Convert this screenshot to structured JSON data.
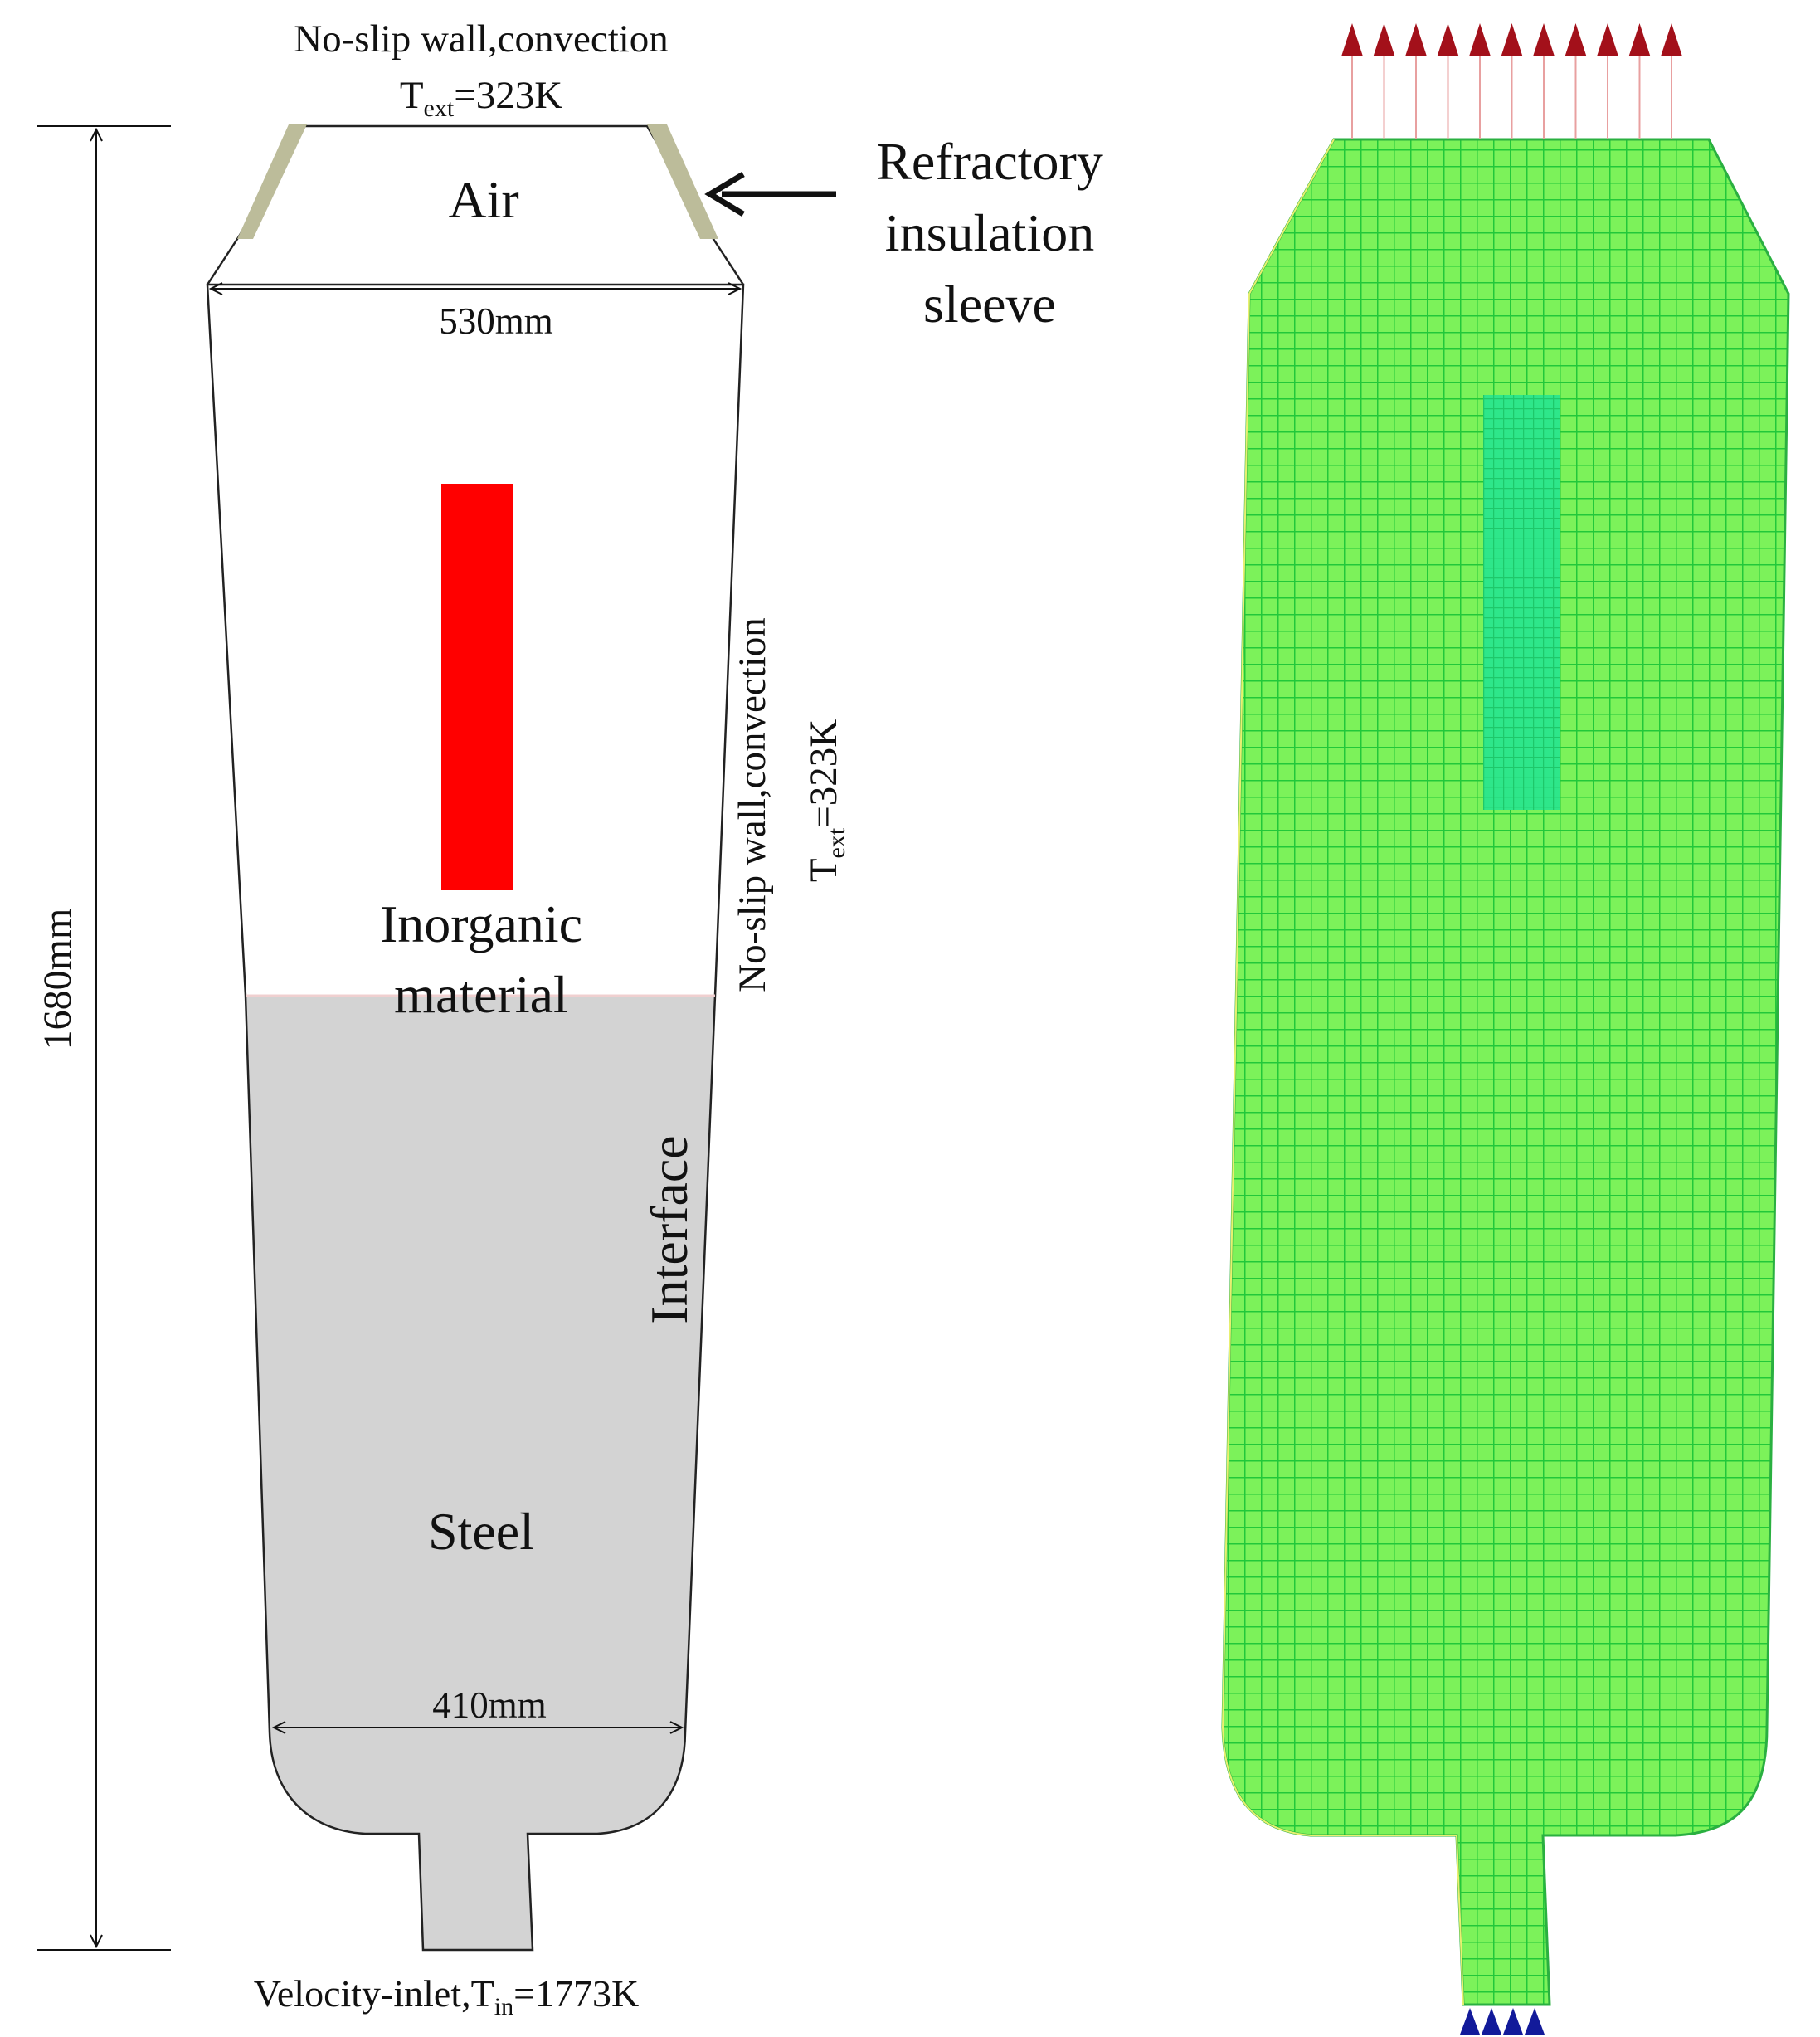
{
  "colors": {
    "inorganic": "#ff0000",
    "steel": "#d3d3d3",
    "sleeve": "#bcbc9a",
    "mesh_fill": "#7cf25a",
    "mesh_line": "#22c83a",
    "mesh_dense": "#2ee68a",
    "arrow_out": "#a3101a",
    "arrow_in": "#121a9a",
    "text": "#111111"
  },
  "labels": {
    "top_bc_line1": "No-slip wall,convection",
    "top_bc_line2_main": "T",
    "top_bc_line2_sub": "ext",
    "top_bc_line2_val": "=323K",
    "air": "Air",
    "sleeve_line1": "Refractory",
    "sleeve_line2": "insulation",
    "sleeve_line3": "sleeve",
    "width_top": "530mm",
    "height": "1680mm",
    "side_bc_line1": "No-slip wall,convection",
    "side_bc_line2_main": "T",
    "side_bc_line2_sub": "ext",
    "side_bc_line2_val": "=323K",
    "inorganic_line1": "Inorganic",
    "inorganic_line2": "material",
    "interface": "Interface",
    "steel": "Steel",
    "width_bottom": "410mm",
    "inlet_main": "Velocity-inlet,T",
    "inlet_sub": "in",
    "inlet_val": "=1773K"
  },
  "icons": {
    "outlet_arrows": "arrow-up-icon",
    "inlet_arrows": "triangle-up-icon",
    "sleeve_pointer": "arrow-left-icon"
  }
}
